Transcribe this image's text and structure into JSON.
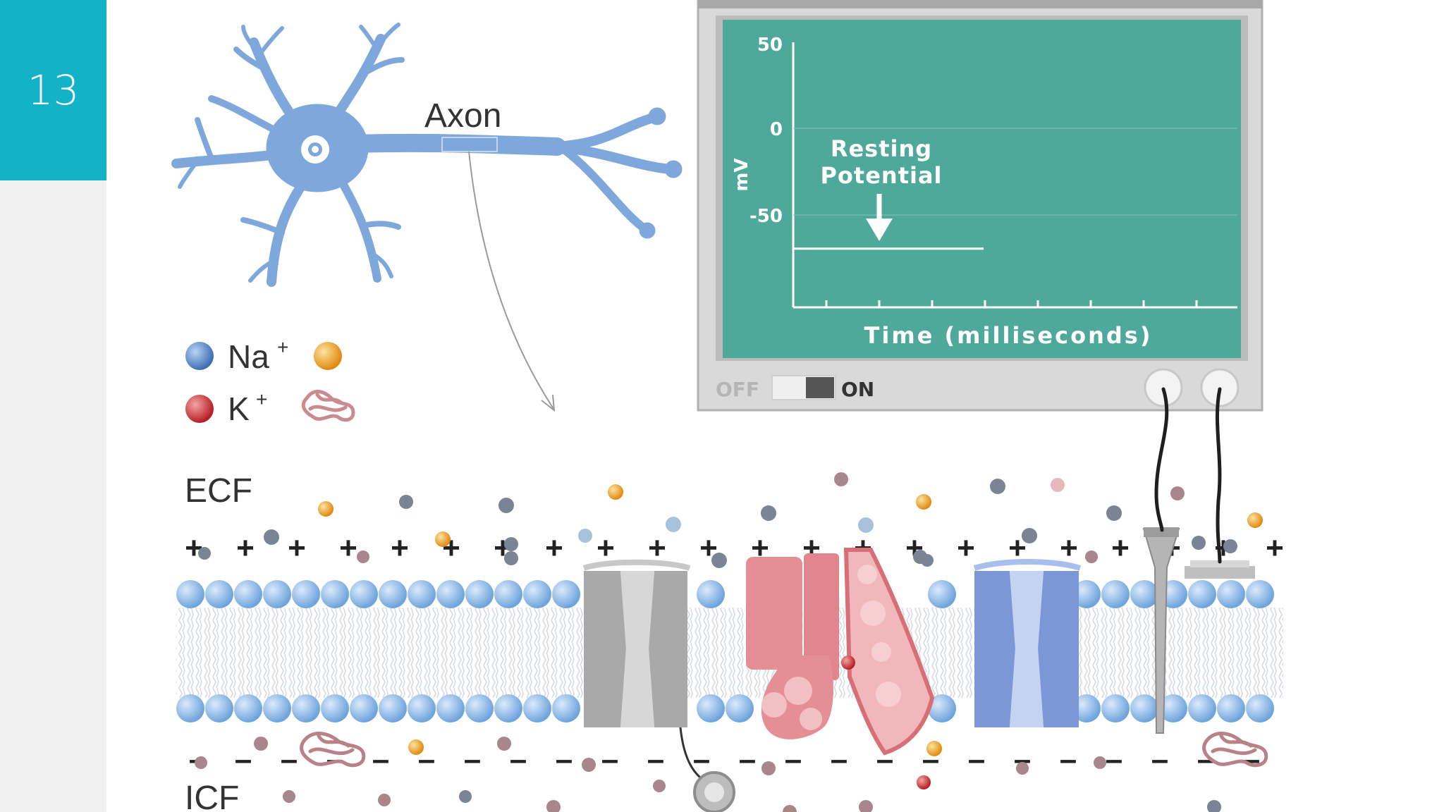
{
  "slide": {
    "number": "13"
  },
  "neuron": {
    "axon_label": "Axon"
  },
  "legend": {
    "na_label": "Na",
    "na_charge": "+",
    "k_label": "K",
    "k_charge": "+"
  },
  "regions": {
    "ecf": "ECF",
    "icf": "ICF"
  },
  "monitor": {
    "y_ticks": [
      "50",
      "0",
      "-50"
    ],
    "y_unit": "mV",
    "x_label": "Time (milliseconds)",
    "annotation_line1": "Resting",
    "annotation_line2": "Potential",
    "switch_off": "OFF",
    "switch_on": "ON",
    "resting_mv": -70,
    "y_range": [
      -100,
      50
    ]
  },
  "membrane": {
    "outer_sign": "+",
    "inner_sign": "–"
  },
  "colors": {
    "badge": "#12b3c8",
    "screen": "#4fa99b",
    "na_ion": "#4d8bd1",
    "k_ion": "#d9383c",
    "anion": "#f3a020",
    "protein": "#c78c93",
    "phospholipid": "#88b6e2",
    "channel_gray": "#b9b9b9",
    "pump_pink": "#e79b9e",
    "channel_blue": "#8ba8e0"
  }
}
